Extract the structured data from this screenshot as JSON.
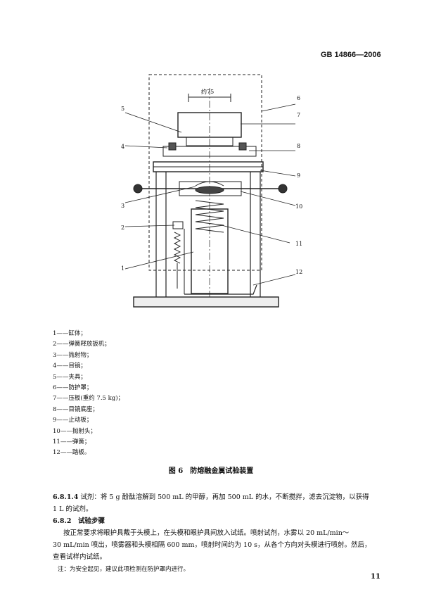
{
  "header": {
    "standard_code": "GB 14866—2006"
  },
  "figure": {
    "dimension_label": "约75",
    "callouts": [
      "1",
      "2",
      "3",
      "4",
      "5",
      "6",
      "7",
      "8",
      "9",
      "10",
      "11",
      "12"
    ]
  },
  "legend": [
    "1——缸体；",
    "2——弹簧释放扳机；",
    "3——抛射物；",
    "4——目镜；",
    "5——夹具；",
    "6——防护罩；",
    "7——压板(重约 7.5 kg)；",
    "8——目镜底座；",
    "9——止动板；",
    "10——抛射头；",
    "11——弹簧；",
    "12——踏板。"
  ],
  "caption": "图 6　防熔融金属试验装置",
  "section_6814": {
    "number": "6.8.1.4",
    "line1": "试剂：将 5 g 酚酞溶解到 500 mL 的甲醇，再加 500 mL 的水，不断搅拌，滤去沉淀物，以获得",
    "line2": "1 L 的试剂。"
  },
  "section_682": {
    "heading": "6.8.2　试验步骤",
    "line1": "按正常要求将眼护具戴于头模上，在头模和眼护具间放入试纸。喷射试剂，水雾以 20 mL/min～",
    "line2": "30 mL/min 喷出，喷雾器和头模相隔 600 mm，喷射时间约为 10 s，从各个方向对头模进行喷射。然后，",
    "line3": "查看试样内试纸。"
  },
  "note": "注：为安全起见，建议此项检测在防护罩内进行。",
  "page_number": "11"
}
